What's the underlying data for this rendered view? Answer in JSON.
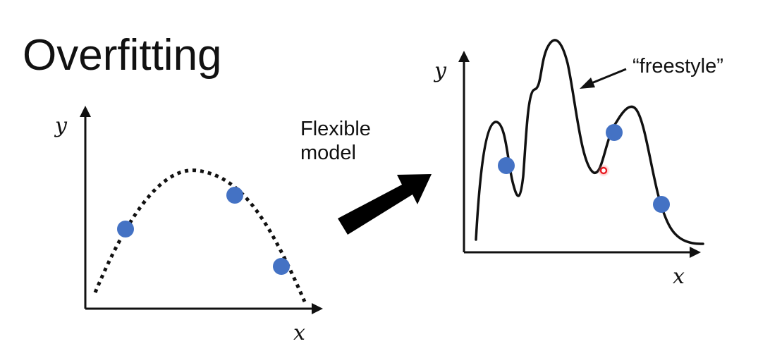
{
  "title": "Overfitting",
  "arrow_label": {
    "line1": "Flexible",
    "line2": "model"
  },
  "annotation": "“freestyle”",
  "left_plot": {
    "y_axis_label": "y",
    "x_axis_label": "x"
  },
  "right_plot": {
    "y_axis_label": "y",
    "x_axis_label": "x"
  },
  "colors": {
    "point_fill": "#4472c4",
    "curve": "#111111",
    "cursor": "#e8141b",
    "background": "#ffffff"
  }
}
